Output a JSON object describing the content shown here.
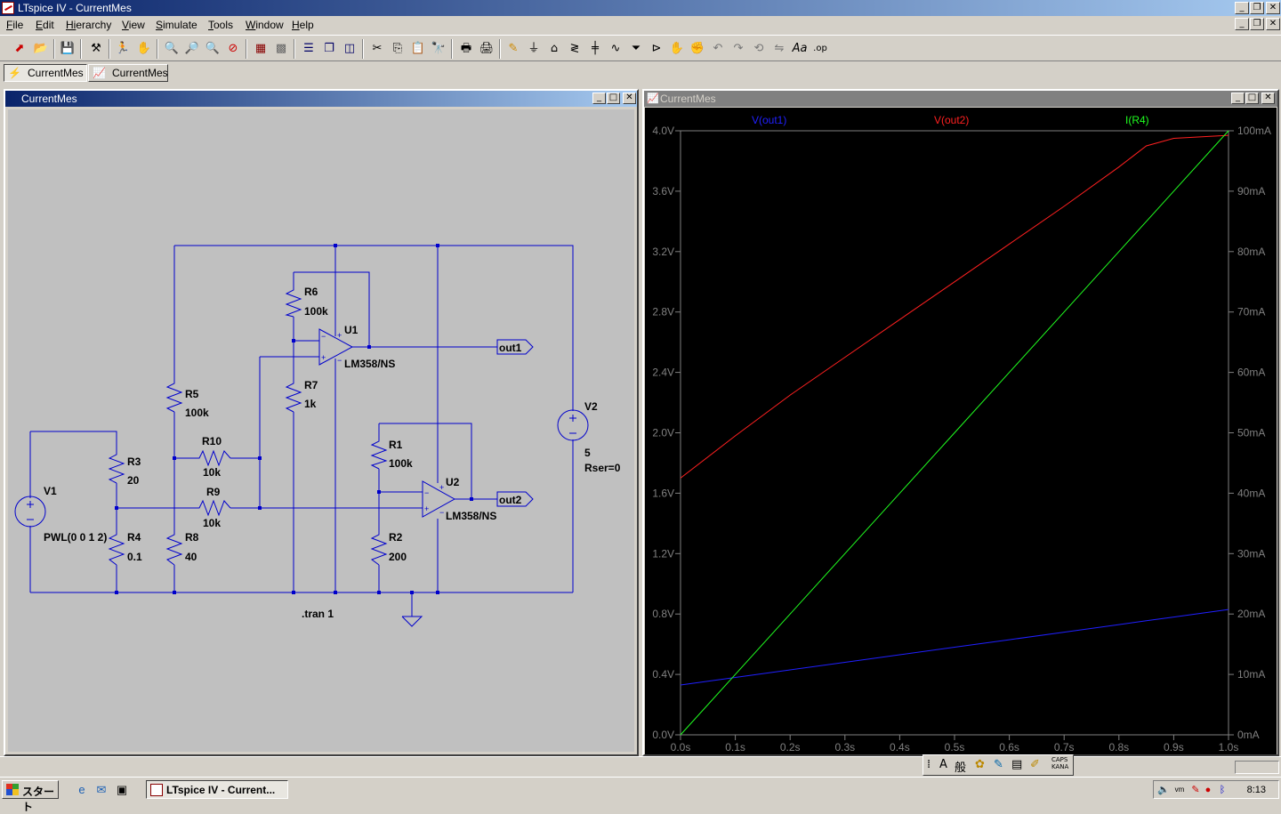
{
  "window": {
    "title": "LTspice IV - CurrentMes"
  },
  "menu": [
    {
      "key": "F",
      "rest": "ile"
    },
    {
      "key": "E",
      "rest": "dit"
    },
    {
      "key": "Hi",
      "rest": "erarchy"
    },
    {
      "key": "V",
      "rest": "iew"
    },
    {
      "key": "S",
      "rest": "imulate"
    },
    {
      "key": "T",
      "rest": "ools"
    },
    {
      "key": "W",
      "rest": "indow"
    },
    {
      "key": "H",
      "rest": "elp"
    }
  ],
  "tabs": [
    {
      "label": "CurrentMes",
      "active": true
    },
    {
      "label": "CurrentMes",
      "active": false
    }
  ],
  "schematic": {
    "title": "CurrentMes",
    "components": {
      "V1": {
        "name": "V1",
        "value": "PWL(0 0 1 2)"
      },
      "V2": {
        "name": "V2",
        "value": "5",
        "extra": "Rser=0"
      },
      "R1": {
        "name": "R1",
        "value": "100k"
      },
      "R2": {
        "name": "R2",
        "value": "200"
      },
      "R3": {
        "name": "R3",
        "value": "20"
      },
      "R4": {
        "name": "R4",
        "value": "0.1"
      },
      "R5": {
        "name": "R5",
        "value": "100k"
      },
      "R6": {
        "name": "R6",
        "value": "100k"
      },
      "R7": {
        "name": "R7",
        "value": "1k"
      },
      "R8": {
        "name": "R8",
        "value": "40"
      },
      "R9": {
        "name": "R9",
        "value": "10k"
      },
      "R10": {
        "name": "R10",
        "value": "10k"
      },
      "U1": {
        "name": "U1",
        "value": "LM358/NS"
      },
      "U2": {
        "name": "U2",
        "value": "LM358/NS"
      }
    },
    "labels": {
      "out1": "out1",
      "out2": "out2"
    },
    "directive": ".tran 1",
    "wire_color": "#0000cc"
  },
  "waveform": {
    "title": "CurrentMes",
    "traces": [
      {
        "label": "V(out1)",
        "color": "#2020ff"
      },
      {
        "label": "V(out2)",
        "color": "#ff2020"
      },
      {
        "label": "I(R4)",
        "color": "#20ff20"
      }
    ]
  },
  "chart_data": {
    "type": "line",
    "x": [
      0.0,
      0.1,
      0.2,
      0.3,
      0.4,
      0.5,
      0.6,
      0.7,
      0.8,
      0.85,
      0.9,
      1.0
    ],
    "x_ticks": [
      "0.0s",
      "0.1s",
      "0.2s",
      "0.3s",
      "0.4s",
      "0.5s",
      "0.6s",
      "0.7s",
      "0.8s",
      "0.9s",
      "1.0s"
    ],
    "y_left_ticks": [
      "0.0V",
      "0.4V",
      "0.8V",
      "1.2V",
      "1.6V",
      "2.0V",
      "2.4V",
      "2.8V",
      "3.2V",
      "3.6V",
      "4.0V"
    ],
    "y_right_ticks": [
      "0mA",
      "10mA",
      "20mA",
      "30mA",
      "40mA",
      "50mA",
      "60mA",
      "70mA",
      "80mA",
      "90mA",
      "100mA"
    ],
    "ylim_left": [
      0,
      4.0
    ],
    "ylim_right": [
      0,
      100
    ],
    "xlim": [
      0,
      1.0
    ],
    "series": [
      {
        "name": "V(out1)",
        "axis": "left",
        "color": "#2020ff",
        "values": [
          0.33,
          0.38,
          0.43,
          0.48,
          0.53,
          0.58,
          0.63,
          0.68,
          0.73,
          0.755,
          0.78,
          0.83
        ]
      },
      {
        "name": "V(out2)",
        "axis": "left",
        "color": "#ff2020",
        "values": [
          1.7,
          1.98,
          2.25,
          2.5,
          2.75,
          3.0,
          3.25,
          3.5,
          3.76,
          3.9,
          3.95,
          3.97
        ]
      },
      {
        "name": "I(R4)",
        "axis": "right",
        "color": "#20ff20",
        "values": [
          0,
          10,
          20,
          30,
          40,
          50,
          60,
          70,
          80,
          85,
          90,
          100
        ]
      }
    ]
  },
  "ime": {
    "a": "A",
    "mode": "般",
    "caps": "CAPS",
    "kana": "KANA"
  },
  "taskbar": {
    "start": "スタート",
    "task": "LTspice IV - Current...",
    "clock": "8:13"
  }
}
